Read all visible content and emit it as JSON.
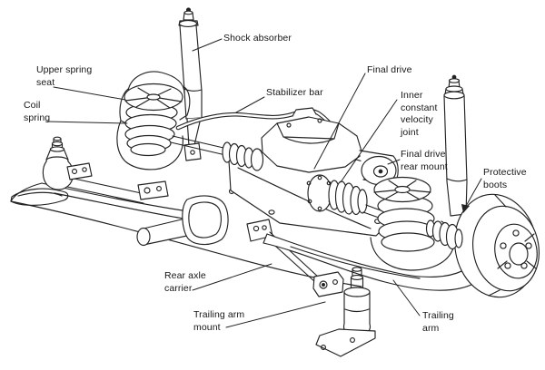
{
  "diagram": {
    "type": "technical-line-illustration",
    "colors": {
      "line": "#232323",
      "background": "#ffffff",
      "text": "#161616"
    },
    "labels": [
      {
        "id": "shock-absorber",
        "text": "Shock absorber"
      },
      {
        "id": "upper-spring-seat",
        "text": "Upper spring\nseat"
      },
      {
        "id": "coil-spring",
        "text": "Coil\nspring"
      },
      {
        "id": "stabilizer-bar",
        "text": "Stabilizer bar"
      },
      {
        "id": "final-drive",
        "text": "Final drive"
      },
      {
        "id": "inner-cv-joint",
        "text": "Inner\nconstant\nvelocity\njoint"
      },
      {
        "id": "final-drive-rear-mount",
        "text": "Final drive\nrear mount"
      },
      {
        "id": "protective-boots",
        "text": "Protective\nboots"
      },
      {
        "id": "rear-axle-carrier",
        "text": "Rear axle\ncarrier"
      },
      {
        "id": "trailing-arm-mount",
        "text": "Trailing arm\nmount"
      },
      {
        "id": "trailing-arm",
        "text": "Trailing\narm"
      }
    ]
  }
}
